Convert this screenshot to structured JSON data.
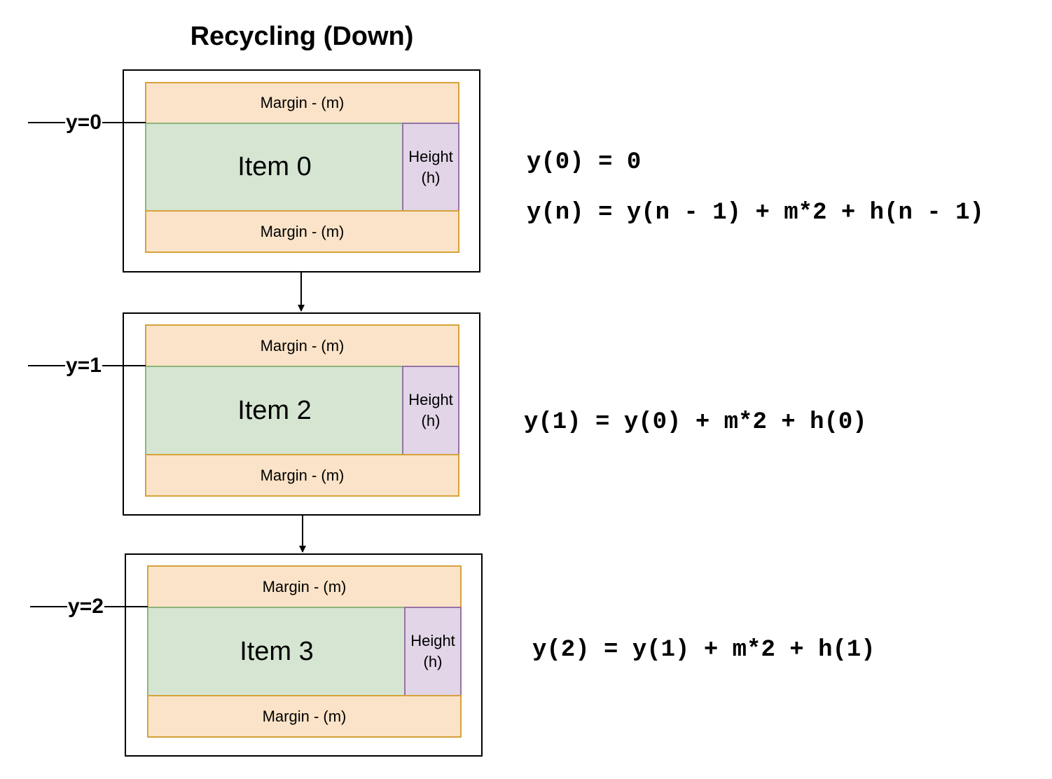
{
  "diagram": {
    "title": "Recycling (Down)",
    "blocks": [
      {
        "margin_top": "Margin - (m)",
        "item": "Item 0",
        "height_line1": "Height",
        "height_line2": "(h)",
        "margin_bottom": "Margin - (m)",
        "y_label": "y=0"
      },
      {
        "margin_top": "Margin - (m)",
        "item": "Item 2",
        "height_line1": "Height",
        "height_line2": "(h)",
        "margin_bottom": "Margin - (m)",
        "y_label": "y=1"
      },
      {
        "margin_top": "Margin - (m)",
        "item": "Item 3",
        "height_line1": "Height",
        "height_line2": "(h)",
        "margin_bottom": "Margin - (m)",
        "y_label": "y=2"
      }
    ],
    "formulas": {
      "base": "y(0) = 0",
      "general": "y(n) = y(n - 1) + m*2 + h(n - 1)",
      "step1": "y(1) = y(0) + m*2 + h(0)",
      "step2": "y(2) = y(1) + m*2 + h(1)"
    },
    "colors": {
      "margin_fill": "#fae3c8",
      "margin_stroke": "#d6a23a",
      "item_fill": "#d5e5d2",
      "item_stroke": "#8db57a",
      "height_fill": "#e1d5e7",
      "height_stroke": "#9673a6"
    }
  }
}
